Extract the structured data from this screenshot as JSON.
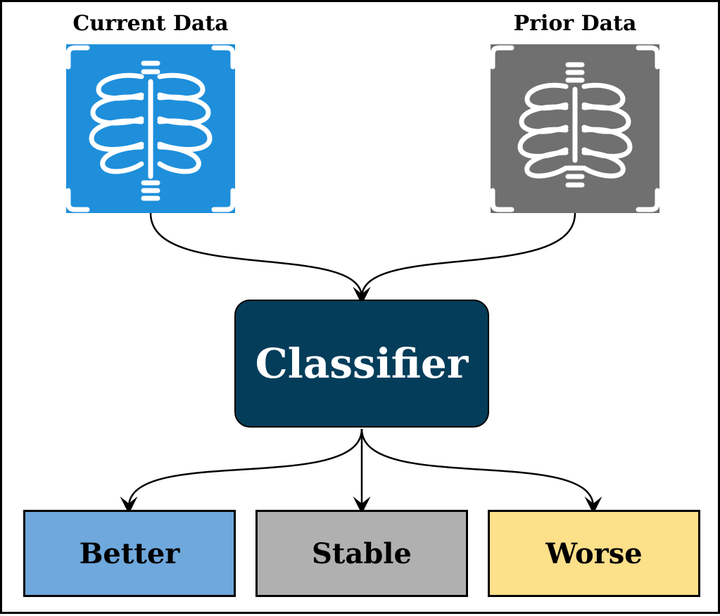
{
  "inputs": {
    "current": {
      "label": "Current Data",
      "icon": "chest-xray-icon",
      "color": "#1f8fdb"
    },
    "prior": {
      "label": "Prior Data",
      "icon": "chest-xray-icon",
      "color": "#707070"
    }
  },
  "classifier": {
    "label": "Classifier",
    "color": "#033d5a"
  },
  "outputs": [
    {
      "label": "Better",
      "color": "#6fa8dc"
    },
    {
      "label": "Stable",
      "color": "#b0b0b0"
    },
    {
      "label": "Worse",
      "color": "#fde08a"
    }
  ],
  "style": {
    "stroke_color": "#000000",
    "icon_line_color": "#ffffff"
  }
}
